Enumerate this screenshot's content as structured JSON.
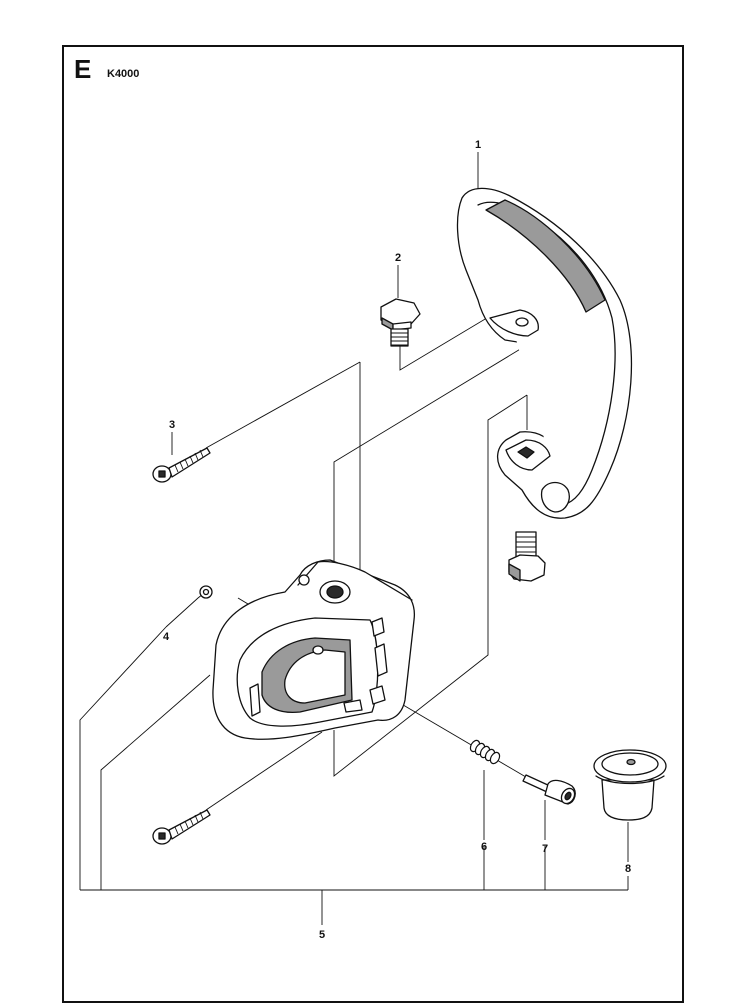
{
  "header": {
    "section": "E",
    "model": "K4000"
  },
  "callouts": [
    {
      "id": "1",
      "label": "1"
    },
    {
      "id": "2",
      "label": "2"
    },
    {
      "id": "3",
      "label": "3"
    },
    {
      "id": "4",
      "label": "4"
    },
    {
      "id": "5",
      "label": "5"
    },
    {
      "id": "6",
      "label": "6"
    },
    {
      "id": "7",
      "label": "7"
    },
    {
      "id": "8",
      "label": "8"
    }
  ],
  "colors": {
    "line": "#111111",
    "part_fill": "#ffffff",
    "shade": "#9a9a9a",
    "dark": "#2a2a2a"
  }
}
